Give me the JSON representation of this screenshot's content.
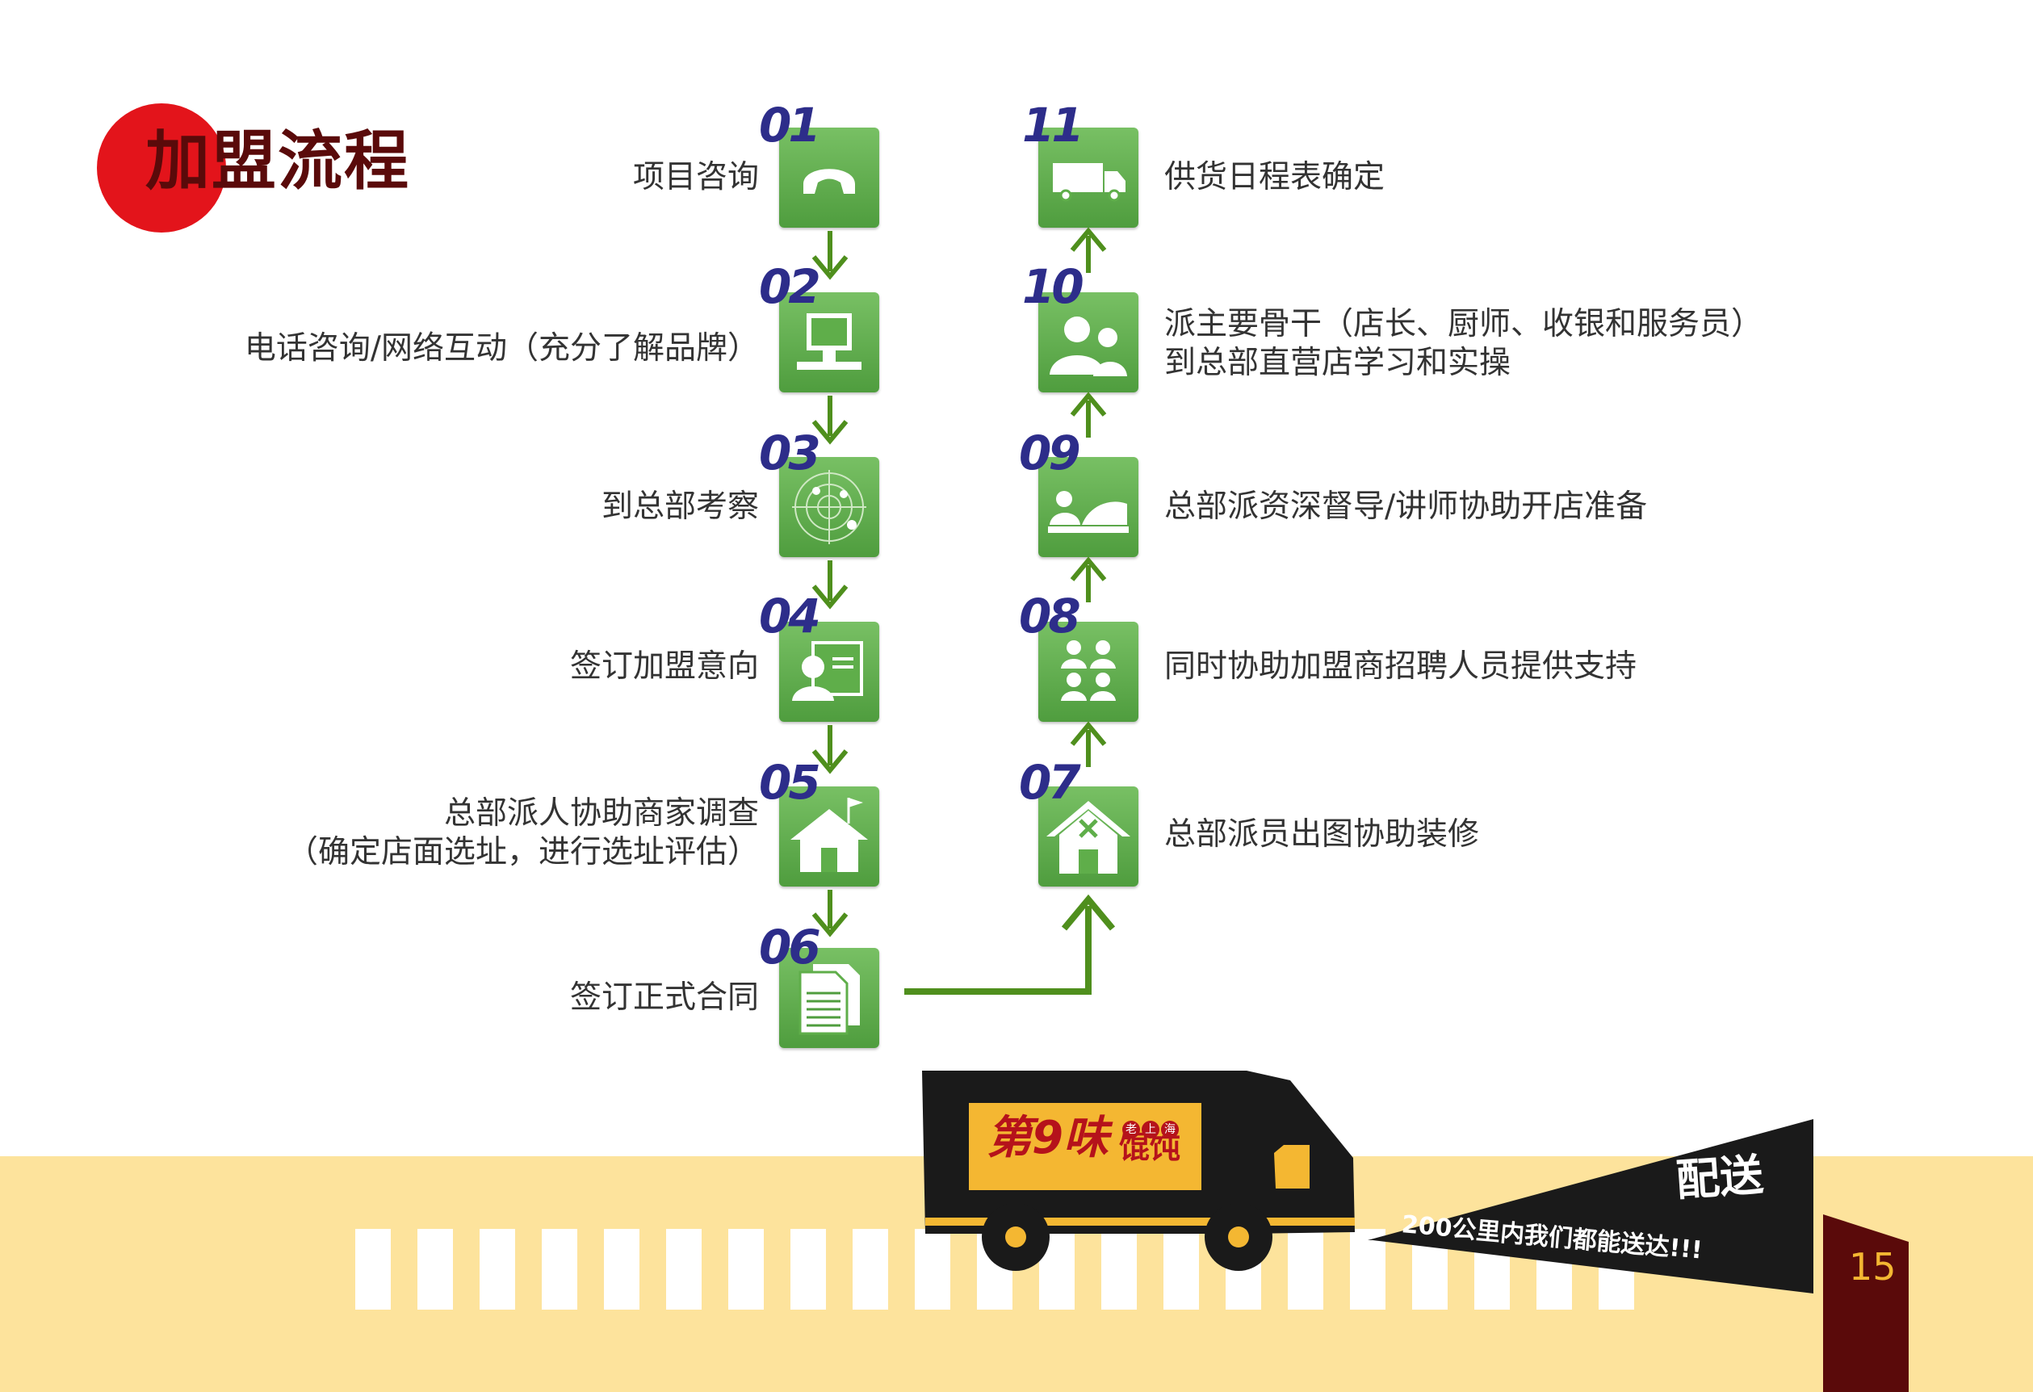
{
  "title": "加盟流程",
  "steps_left": [
    {
      "num": "01",
      "label": "项目咨询",
      "icon": "phone-icon"
    },
    {
      "num": "02",
      "label": "电话咨询/网络互动（充分了解品牌）",
      "icon": "computer-icon"
    },
    {
      "num": "03",
      "label": "到总部考察",
      "icon": "radar-icon"
    },
    {
      "num": "04",
      "label": "签订加盟意向",
      "icon": "id-card-icon"
    },
    {
      "num": "05",
      "label_line1": "总部派人协助商家调查",
      "label_line2": "（确定店面选址，进行选址评估）",
      "icon": "house-flag-icon"
    },
    {
      "num": "06",
      "label": "签订正式合同",
      "icon": "document-icon"
    }
  ],
  "steps_right": [
    {
      "num": "07",
      "label": "总部派员出图协助装修",
      "icon": "house-tools-icon"
    },
    {
      "num": "08",
      "label": "同时协助加盟商招聘人员提供支持",
      "icon": "people-group-icon"
    },
    {
      "num": "09",
      "label": "总部派资深督导/讲师协助开店准备",
      "icon": "lecturer-icon"
    },
    {
      "num": "10",
      "label_line1": "派主要骨干（店长、厨师、收银和服务员）",
      "label_line2": "到总部直营店学习和实操",
      "icon": "team-icon"
    },
    {
      "num": "11",
      "label": "供货日程表确定",
      "icon": "truck-icon"
    }
  ],
  "truck": {
    "brand_main": "第9味",
    "brand_sub": "馄饨",
    "brand_badge": [
      "老",
      "上",
      "海"
    ]
  },
  "delivery": {
    "title": "配送",
    "slogan": "200公里内我们都能送达!!!"
  },
  "page_number": "15",
  "colors": {
    "accent_red": "#e3141b",
    "title_dark": "#5a0a0a",
    "icon_green": "#5fae4a",
    "arrow_green": "#4f8f1d",
    "number_blue": "#2d2d8a",
    "road_yellow": "#fde39c",
    "page_tab": "#5a0a0a"
  }
}
